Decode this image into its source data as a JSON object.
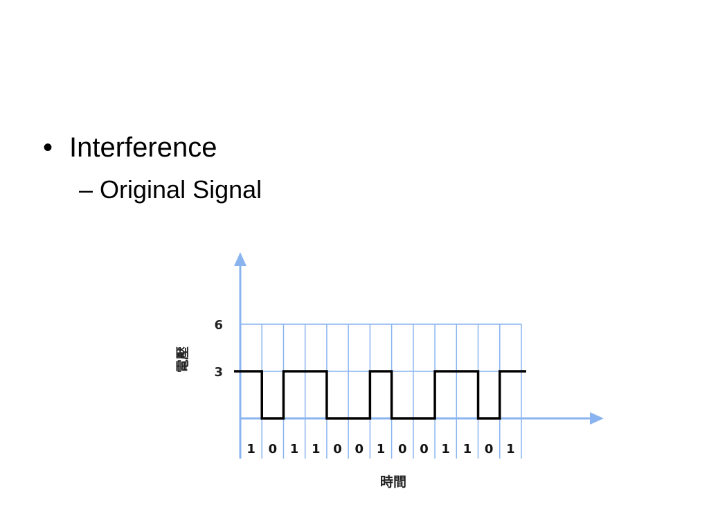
{
  "slide": {
    "bullet_1": "Interference",
    "bullet_1_marker": "•",
    "bullet_2": "– Original Signal"
  },
  "colors": {
    "grid": "#8ab4f0",
    "axis": "#8ab4f0",
    "signal": "#000000"
  },
  "chart_data": {
    "type": "line",
    "step": true,
    "xlabel": "時間",
    "ylabel": "電壓",
    "yticks": [
      3,
      6
    ],
    "ylim": [
      0,
      6
    ],
    "bits": [
      "1",
      "0",
      "1",
      "1",
      "0",
      "0",
      "1",
      "0",
      "0",
      "1",
      "1",
      "0",
      "1"
    ],
    "signal_levels": [
      3,
      0,
      3,
      3,
      0,
      0,
      3,
      0,
      0,
      3,
      3,
      0,
      3
    ],
    "grid": true
  }
}
